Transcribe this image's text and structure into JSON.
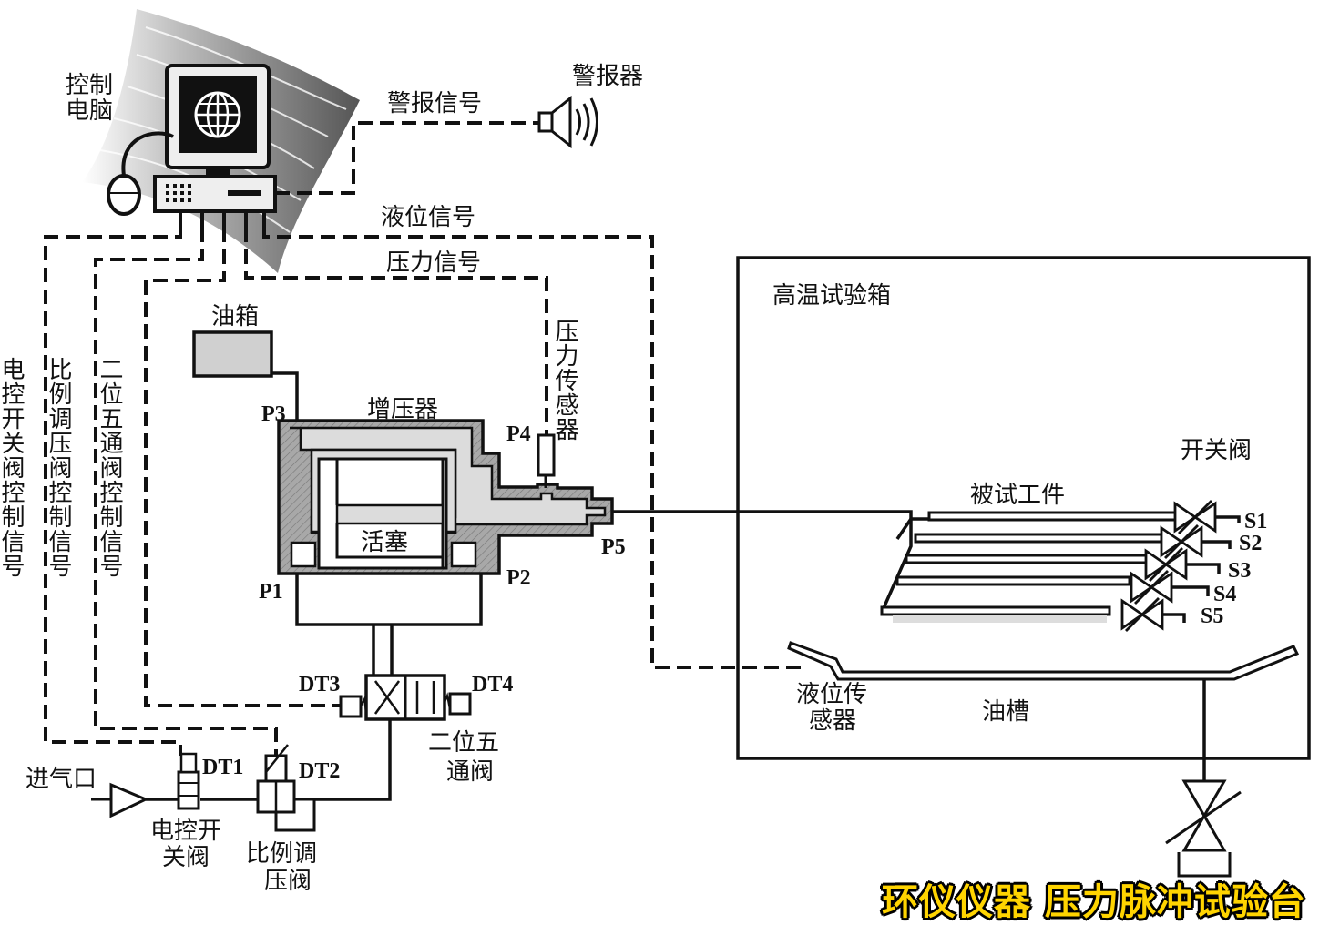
{
  "labels": {
    "computer": [
      "控制",
      "电脑"
    ],
    "alarm": "警报器",
    "alarm_signal": "警报信号",
    "level_signal": "液位信号",
    "pressure_signal": "压力信号",
    "oil_tank": "油箱",
    "booster": "增压器",
    "piston": "活塞",
    "pressure_sensor": "压力传感器",
    "chamber": "高温试验箱",
    "test_piece": "被试工件",
    "switch_valve": "开关阀",
    "oil_trough": "油槽",
    "level_sensor": [
      "液位传",
      "感器"
    ],
    "valve_5way": [
      "二位五",
      "通阀"
    ],
    "air_inlet": "进气口",
    "solenoid_valve": [
      "电控开",
      "关阀"
    ],
    "prop_valve": [
      "比例调",
      "压阀"
    ],
    "sig_solenoid": "电控开关阀控制信号",
    "sig_prop": "比例调压阀控制信号",
    "sig_5way": "二位五通阀控制信号"
  },
  "ports": {
    "p1": "P1",
    "p2": "P2",
    "p3": "P3",
    "p4": "P4",
    "p5": "P5",
    "dt1": "DT1",
    "dt2": "DT2",
    "dt3": "DT3",
    "dt4": "DT4",
    "s1": "S1",
    "s2": "S2",
    "s3": "S3",
    "s4": "S4",
    "s5": "S5"
  },
  "brand": "环仪仪器 压力脉冲试验台",
  "colors": {
    "line": "#111111",
    "body_gray": "#b0b0b0",
    "fluid_gray": "#d9d9d9",
    "brand": "#ffd400"
  }
}
